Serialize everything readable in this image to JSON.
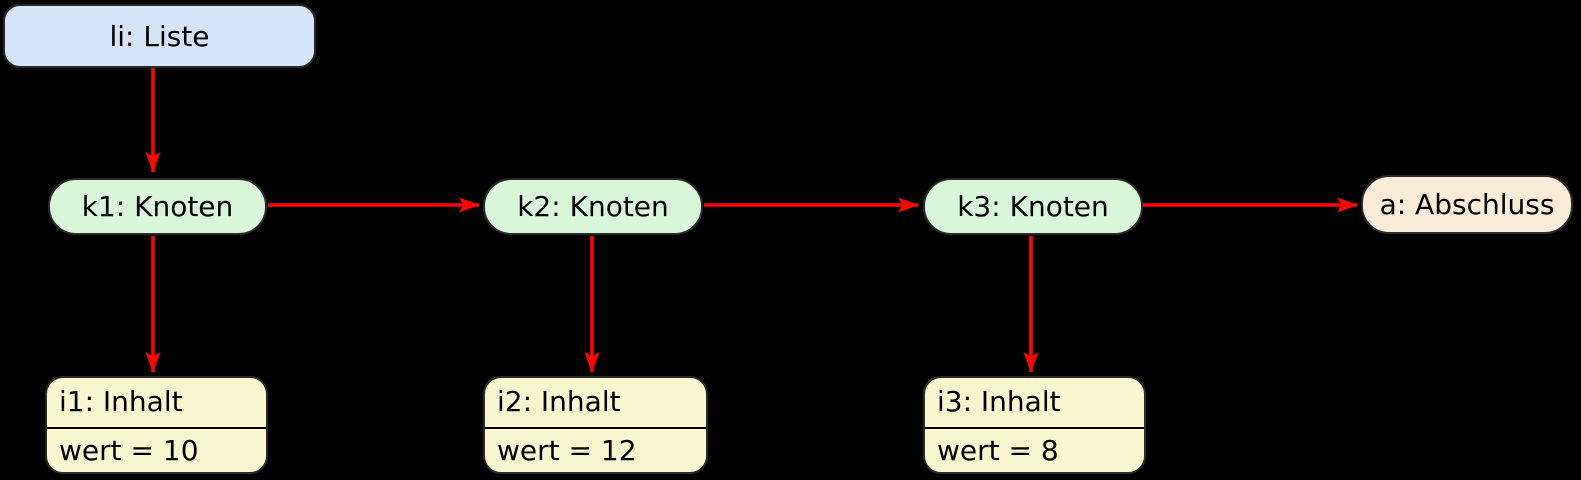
{
  "canvas": {
    "background": "#000000",
    "arrow_color": "#fb0600",
    "border_color": "#2b2b2b",
    "text_color": "#000000"
  },
  "nodes": {
    "liste": {
      "label": "li: Liste",
      "fill": "#d6e4f8"
    },
    "knoten": [
      {
        "label": "k1: Knoten",
        "fill": "#d9f5da"
      },
      {
        "label": "k2: Knoten",
        "fill": "#d9f5da"
      },
      {
        "label": "k3: Knoten",
        "fill": "#d9f5da"
      }
    ],
    "abschluss": {
      "label": "a: Abschluss",
      "fill": "#f8ebd7"
    },
    "inhalt": [
      {
        "title": "i1: Inhalt",
        "value": "wert = 10",
        "fill": "#f6f6cf"
      },
      {
        "title": "i2: Inhalt",
        "value": "wert = 12",
        "fill": "#f6f6cf"
      },
      {
        "title": "i3: Inhalt",
        "value": "wert = 8",
        "fill": "#f6f6cf"
      }
    ]
  },
  "edges": [
    {
      "from": "li",
      "to": "k1"
    },
    {
      "from": "k1",
      "to": "k2"
    },
    {
      "from": "k2",
      "to": "k3"
    },
    {
      "from": "k3",
      "to": "a"
    },
    {
      "from": "k1",
      "to": "i1"
    },
    {
      "from": "k2",
      "to": "i2"
    },
    {
      "from": "k3",
      "to": "i3"
    }
  ]
}
